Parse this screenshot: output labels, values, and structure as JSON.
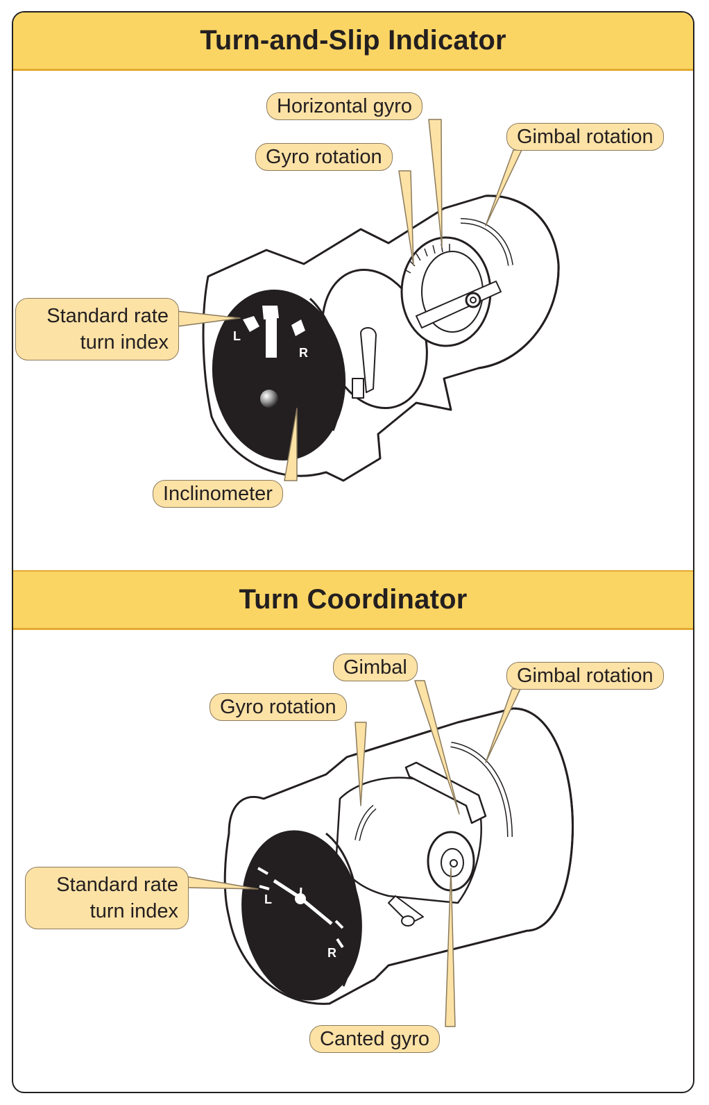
{
  "sections": {
    "top_title": "Turn-and-Slip Indicator",
    "bottom_title": "Turn Coordinator"
  },
  "top_labels": {
    "horizontal_gyro": "Horizontal gyro",
    "gimbal_rotation": "Gimbal rotation",
    "gyro_rotation": "Gyro rotation",
    "standard_rate_line1": "Standard rate",
    "standard_rate_line2": "turn index",
    "inclinometer": "Inclinometer",
    "dial_left": "L",
    "dial_right": "R"
  },
  "bottom_labels": {
    "gimbal": "Gimbal",
    "gimbal_rotation": "Gimbal rotation",
    "gyro_rotation": "Gyro rotation",
    "standard_rate_line1": "Standard rate",
    "standard_rate_line2": "turn index",
    "canted_gyro": "Canted gyro",
    "dial_left": "L",
    "dial_right": "R"
  },
  "colors": {
    "banner": "#fbd564",
    "callout": "#fde2a6",
    "ink": "#231f20",
    "dial": "#231f20"
  }
}
